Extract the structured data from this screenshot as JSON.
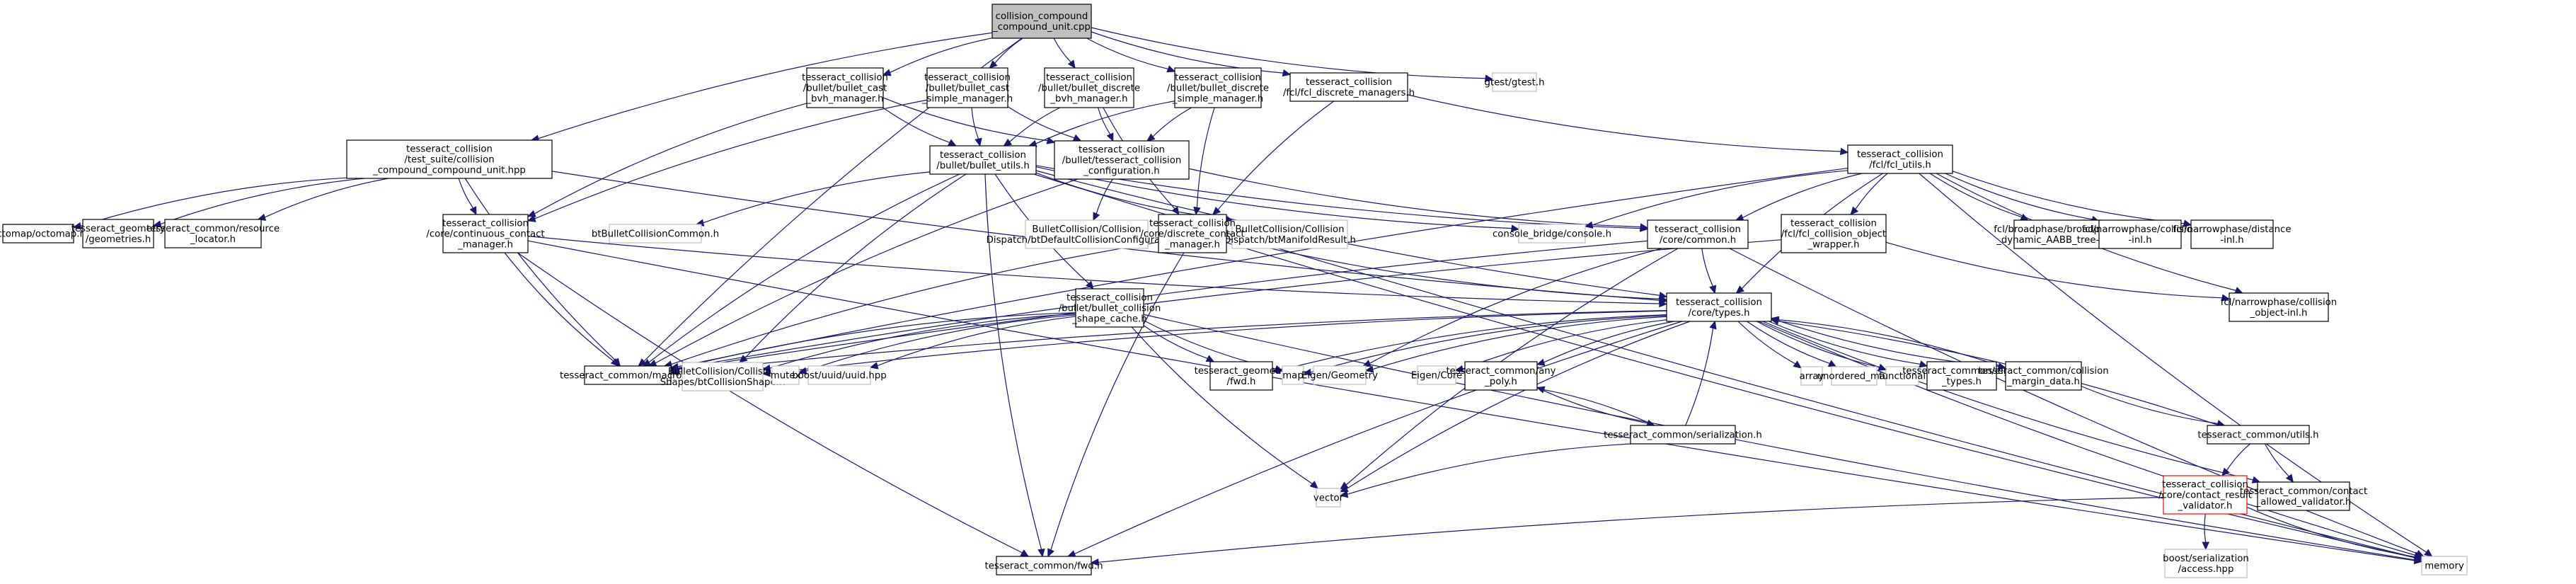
{
  "title": "collision_compound_compound_unit.cpp include dependency graph",
  "colors": {
    "edge": "#191970",
    "root_fill": "#bfbfbf",
    "normal_border": "#000000",
    "external_border": "#bfbfbf",
    "highlight_border": "#ff0000",
    "fill": "#ffffff"
  },
  "nodes": [
    {
      "id": "root",
      "lines": [
        "collision_compound",
        "_compound_unit.cpp"
      ],
      "kind": "root"
    },
    {
      "id": "suite",
      "lines": [
        "tesseract_collision",
        "/test_suite/collision",
        "_compound_compound_unit.hpp"
      ],
      "kind": "normal"
    },
    {
      "id": "cast_bvh",
      "lines": [
        "tesseract_collision",
        "/bullet/bullet_cast",
        "_bvh_manager.h"
      ],
      "kind": "normal"
    },
    {
      "id": "cast_simple",
      "lines": [
        "tesseract_collision",
        "/bullet/bullet_cast",
        "_simple_manager.h"
      ],
      "kind": "normal"
    },
    {
      "id": "disc_bvh",
      "lines": [
        "tesseract_collision",
        "/bullet/bullet_discrete",
        "_bvh_manager.h"
      ],
      "kind": "normal"
    },
    {
      "id": "disc_simple",
      "lines": [
        "tesseract_collision",
        "/bullet/bullet_discrete",
        "_simple_manager.h"
      ],
      "kind": "normal"
    },
    {
      "id": "fcl_disc",
      "lines": [
        "tesseract_collision",
        "/fcl/fcl_discrete_managers.h"
      ],
      "kind": "normal"
    },
    {
      "id": "gtest",
      "lines": [
        "gtest/gtest.h"
      ],
      "kind": "external"
    },
    {
      "id": "bullet_utils",
      "lines": [
        "tesseract_collision",
        "/bullet/bullet_utils.h"
      ],
      "kind": "normal"
    },
    {
      "id": "tc_config",
      "lines": [
        "tesseract_collision",
        "/bullet/tesseract_collision",
        "_configuration.h"
      ],
      "kind": "normal"
    },
    {
      "id": "fcl_utils",
      "lines": [
        "tesseract_collision",
        "/fcl/fcl_utils.h"
      ],
      "kind": "normal"
    },
    {
      "id": "octomap",
      "lines": [
        "octomap/octomap.h"
      ],
      "kind": "normal"
    },
    {
      "id": "geometries",
      "lines": [
        "tesseract_geometry",
        "/geometries.h"
      ],
      "kind": "normal"
    },
    {
      "id": "resource",
      "lines": [
        "tesseract_common/resource",
        "_locator.h"
      ],
      "kind": "normal"
    },
    {
      "id": "cont_mgr",
      "lines": [
        "tesseract_collision",
        "/core/continuous_contact",
        "_manager.h"
      ],
      "kind": "normal"
    },
    {
      "id": "btcommon",
      "lines": [
        "btBulletCollisionCommon.h"
      ],
      "kind": "external"
    },
    {
      "id": "btmanifold",
      "lines": [
        "BulletCollision/Collision",
        "Dispatch/btManifoldResult.h"
      ],
      "kind": "external"
    },
    {
      "id": "btdefault",
      "lines": [
        "BulletCollision/Collision",
        "Dispatch/btDefaultCollisionConfiguration.h"
      ],
      "kind": "external"
    },
    {
      "id": "disc_mgr",
      "lines": [
        "tesseract_collision",
        "/core/discrete_contact",
        "_manager.h"
      ],
      "kind": "normal"
    },
    {
      "id": "console",
      "lines": [
        "console_bridge/console.h"
      ],
      "kind": "external"
    },
    {
      "id": "common",
      "lines": [
        "tesseract_collision",
        "/core/common.h"
      ],
      "kind": "normal"
    },
    {
      "id": "fcl_wrapper",
      "lines": [
        "tesseract_collision",
        "/fcl/fcl_collision_object",
        "_wrapper.h"
      ],
      "kind": "normal"
    },
    {
      "id": "fcl_broad",
      "lines": [
        "fcl/broadphase/broadphase",
        "_dynamic_AABB_tree-inl.h"
      ],
      "kind": "normal"
    },
    {
      "id": "fcl_coll_inl",
      "lines": [
        "fcl/narrowphase/collision",
        "-inl.h"
      ],
      "kind": "normal"
    },
    {
      "id": "fcl_dist_inl",
      "lines": [
        "fcl/narrowphase/distance",
        "-inl.h"
      ],
      "kind": "normal"
    },
    {
      "id": "fcl_obj_inl",
      "lines": [
        "fcl/narrowphase/collision",
        "_object-inl.h"
      ],
      "kind": "normal"
    },
    {
      "id": "shape_cache",
      "lines": [
        "tesseract_collision",
        "/bullet/bullet_collision",
        "_shape_cache.h"
      ],
      "kind": "normal"
    },
    {
      "id": "types",
      "lines": [
        "tesseract_collision",
        "/core/types.h"
      ],
      "kind": "normal"
    },
    {
      "id": "macros",
      "lines": [
        "tesseract_common/macros.h"
      ],
      "kind": "normal"
    },
    {
      "id": "btshape",
      "lines": [
        "BulletCollision/Collision",
        "Shapes/btCollisionShape.h"
      ],
      "kind": "external"
    },
    {
      "id": "mutex",
      "lines": [
        "mutex"
      ],
      "kind": "external"
    },
    {
      "id": "uuid",
      "lines": [
        "boost/uuid/uuid.hpp"
      ],
      "kind": "external"
    },
    {
      "id": "geom_fwd",
      "lines": [
        "tesseract_geometry",
        "/fwd.h"
      ],
      "kind": "normal"
    },
    {
      "id": "map",
      "lines": [
        "map"
      ],
      "kind": "external"
    },
    {
      "id": "eigen_geom",
      "lines": [
        "Eigen/Geometry"
      ],
      "kind": "external"
    },
    {
      "id": "eigen_core",
      "lines": [
        "Eigen/Core"
      ],
      "kind": "external"
    },
    {
      "id": "any_poly",
      "lines": [
        "tesseract_common/any",
        "_poly.h"
      ],
      "kind": "normal"
    },
    {
      "id": "array",
      "lines": [
        "array"
      ],
      "kind": "external"
    },
    {
      "id": "unordered_map",
      "lines": [
        "unordered_map"
      ],
      "kind": "external"
    },
    {
      "id": "functional",
      "lines": [
        "functional"
      ],
      "kind": "external"
    },
    {
      "id": "eigen_types",
      "lines": [
        "tesseract_common/eigen",
        "_types.h"
      ],
      "kind": "normal"
    },
    {
      "id": "margin",
      "lines": [
        "tesseract_common/collision",
        "_margin_data.h"
      ],
      "kind": "normal"
    },
    {
      "id": "serialization",
      "lines": [
        "tesseract_common/serialization.h"
      ],
      "kind": "normal"
    },
    {
      "id": "utils",
      "lines": [
        "tesseract_common/utils.h"
      ],
      "kind": "normal"
    },
    {
      "id": "vector",
      "lines": [
        "vector"
      ],
      "kind": "external"
    },
    {
      "id": "crv",
      "lines": [
        "tesseract_collision",
        "/core/contact_result",
        "_validator.h"
      ],
      "kind": "highlight"
    },
    {
      "id": "allowed",
      "lines": [
        "tesseract_common/contact",
        "_allowed_validator.h"
      ],
      "kind": "normal"
    },
    {
      "id": "common_fwd",
      "lines": [
        "tesseract_common/fwd.h"
      ],
      "kind": "normal"
    },
    {
      "id": "boost_access",
      "lines": [
        "boost/serialization",
        "/access.hpp"
      ],
      "kind": "external"
    },
    {
      "id": "memory",
      "lines": [
        "memory"
      ],
      "kind": "external"
    }
  ],
  "edges": [
    [
      "root",
      "suite"
    ],
    [
      "root",
      "cast_bvh"
    ],
    [
      "root",
      "cast_simple"
    ],
    [
      "root",
      "disc_bvh"
    ],
    [
      "root",
      "disc_simple"
    ],
    [
      "root",
      "fcl_disc"
    ],
    [
      "root",
      "gtest"
    ],
    [
      "root",
      "macros"
    ],
    [
      "suite",
      "octomap"
    ],
    [
      "suite",
      "geometries"
    ],
    [
      "suite",
      "resource"
    ],
    [
      "suite",
      "cont_mgr"
    ],
    [
      "suite",
      "macros"
    ],
    [
      "suite",
      "types"
    ],
    [
      "cast_bvh",
      "bullet_utils"
    ],
    [
      "cast_bvh",
      "tc_config"
    ],
    [
      "cast_bvh",
      "cont_mgr"
    ],
    [
      "cast_simple",
      "bullet_utils"
    ],
    [
      "cast_simple",
      "tc_config"
    ],
    [
      "cast_simple",
      "cont_mgr"
    ],
    [
      "disc_bvh",
      "bullet_utils"
    ],
    [
      "disc_bvh",
      "tc_config"
    ],
    [
      "disc_bvh",
      "disc_mgr"
    ],
    [
      "disc_simple",
      "bullet_utils"
    ],
    [
      "disc_simple",
      "tc_config"
    ],
    [
      "disc_simple",
      "disc_mgr"
    ],
    [
      "fcl_disc",
      "disc_mgr"
    ],
    [
      "fcl_disc",
      "fcl_utils"
    ],
    [
      "bullet_utils",
      "btcommon"
    ],
    [
      "bullet_utils",
      "btmanifold"
    ],
    [
      "bullet_utils",
      "shape_cache"
    ],
    [
      "bullet_utils",
      "macros"
    ],
    [
      "bullet_utils",
      "btshape"
    ],
    [
      "bullet_utils",
      "common"
    ],
    [
      "bullet_utils",
      "types"
    ],
    [
      "bullet_utils",
      "console"
    ],
    [
      "bullet_utils",
      "memory"
    ],
    [
      "bullet_utils",
      "common_fwd"
    ],
    [
      "tc_config",
      "btdefault"
    ],
    [
      "tc_config",
      "macros"
    ],
    [
      "tc_config",
      "common"
    ],
    [
      "cont_mgr",
      "types"
    ],
    [
      "cont_mgr",
      "macros"
    ],
    [
      "cont_mgr",
      "common_fwd"
    ],
    [
      "cont_mgr",
      "memory"
    ],
    [
      "disc_mgr",
      "types"
    ],
    [
      "disc_mgr",
      "macros"
    ],
    [
      "disc_mgr",
      "common_fwd"
    ],
    [
      "disc_mgr",
      "memory"
    ],
    [
      "fcl_utils",
      "console"
    ],
    [
      "fcl_utils",
      "common"
    ],
    [
      "fcl_utils",
      "fcl_wrapper"
    ],
    [
      "fcl_utils",
      "types"
    ],
    [
      "fcl_utils",
      "fcl_broad"
    ],
    [
      "fcl_utils",
      "fcl_coll_inl"
    ],
    [
      "fcl_utils",
      "fcl_dist_inl"
    ],
    [
      "fcl_utils",
      "memory"
    ],
    [
      "fcl_utils",
      "macros"
    ],
    [
      "fcl_utils",
      "fcl_obj_inl"
    ],
    [
      "fcl_wrapper",
      "macros"
    ],
    [
      "fcl_wrapper",
      "fcl_obj_inl"
    ],
    [
      "common",
      "types"
    ],
    [
      "common",
      "macros"
    ],
    [
      "common",
      "vector"
    ],
    [
      "common",
      "eigen_geom"
    ],
    [
      "common",
      "memory"
    ],
    [
      "shape_cache",
      "macros"
    ],
    [
      "shape_cache",
      "btshape"
    ],
    [
      "shape_cache",
      "mutex"
    ],
    [
      "shape_cache",
      "uuid"
    ],
    [
      "shape_cache",
      "geom_fwd"
    ],
    [
      "shape_cache",
      "map"
    ],
    [
      "shape_cache",
      "vector"
    ],
    [
      "shape_cache",
      "memory"
    ],
    [
      "types",
      "macros"
    ],
    [
      "types",
      "geom_fwd"
    ],
    [
      "types",
      "map"
    ],
    [
      "types",
      "eigen_geom"
    ],
    [
      "types",
      "eigen_core"
    ],
    [
      "types",
      "any_poly"
    ],
    [
      "types",
      "array"
    ],
    [
      "types",
      "unordered_map"
    ],
    [
      "types",
      "functional"
    ],
    [
      "types",
      "eigen_types"
    ],
    [
      "types",
      "margin"
    ],
    [
      "types",
      "vector"
    ],
    [
      "types",
      "allowed"
    ],
    [
      "types",
      "memory"
    ],
    [
      "types",
      "common_fwd"
    ],
    [
      "types",
      "btshape"
    ],
    [
      "any_poly",
      "serialization"
    ],
    [
      "serialization",
      "any_poly"
    ],
    [
      "serialization",
      "types"
    ],
    [
      "serialization",
      "vector"
    ],
    [
      "margin",
      "utils"
    ],
    [
      "margin",
      "types"
    ],
    [
      "utils",
      "types"
    ],
    [
      "utils",
      "crv"
    ],
    [
      "utils",
      "allowed"
    ],
    [
      "crv",
      "common_fwd"
    ],
    [
      "crv",
      "boost_access"
    ],
    [
      "crv",
      "memory"
    ]
  ]
}
